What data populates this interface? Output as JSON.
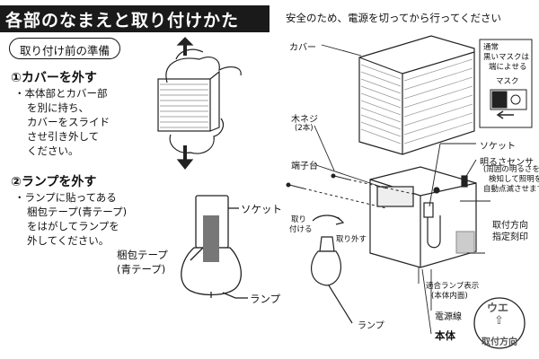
{
  "header": {
    "title": "各部のなまえと取り付けかた",
    "subtitle": "安全のため、電源を切ってから行ってください"
  },
  "prep": {
    "label": "取り付け前の準備",
    "step1": {
      "title": "①カバーを外す",
      "lines": [
        "・本体部とカバー部",
        "を別に持ち、",
        "カバーをスライド",
        "させ引き外して",
        "ください。"
      ]
    },
    "step2": {
      "title": "②ランプを外す",
      "lines": [
        "・ランプに貼ってある",
        "梱包テープ(青テープ)",
        "をはがしてランプを",
        "外してください。"
      ]
    },
    "lamp_labels": {
      "socket": "ソケット",
      "tape": "梱包テープ",
      "tape_sub": "(青テープ)",
      "lamp": "ランプ"
    }
  },
  "diagram": {
    "cover": "カバー",
    "screw": "木ネジ",
    "screw_count": "(2本)",
    "terminal": "端子台",
    "socket": "ソケット",
    "sensor_title": "明るさセンサ",
    "sensor_note": [
      "(周囲の明るさを",
      "検知して照明を",
      "自動点滅させます。)"
    ],
    "mask_note": [
      "通常",
      "黒いマスクは",
      "端によせる"
    ],
    "mask": "マスク",
    "direction_label": [
      "取付方向",
      "指定刻印"
    ],
    "attach": [
      "取り",
      "付ける"
    ],
    "remove": "取り外す",
    "compatible_lamp": [
      "適合ランプ表示",
      "(本体内面)"
    ],
    "power_line": "電源線",
    "lamp": "ランプ",
    "body": "本体",
    "up": "ウエ",
    "up_arrow": "⇧",
    "install_direction": "取付方向"
  }
}
